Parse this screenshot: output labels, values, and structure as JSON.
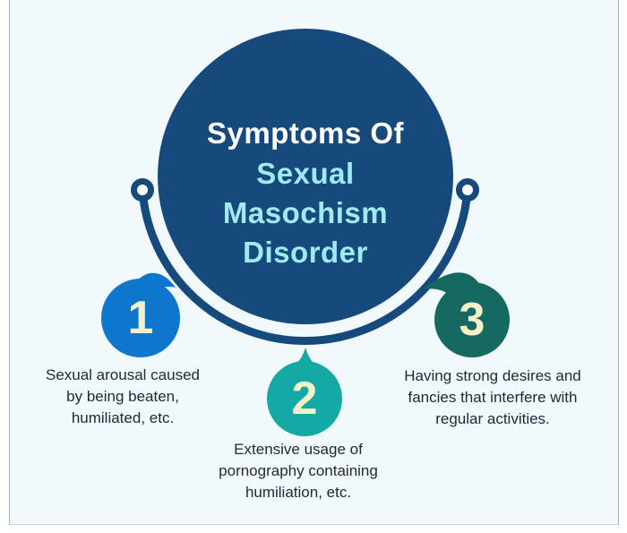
{
  "title": {
    "line1": "Symptoms Of",
    "subtitle_lines": [
      "Sexual",
      "Masochism",
      "Disorder"
    ]
  },
  "items": [
    {
      "number": "1",
      "bubble_color": "#0e76cc",
      "lines": [
        "Sexual arousal caused",
        "by being beaten,",
        "humiliated, etc."
      ]
    },
    {
      "number": "2",
      "bubble_color": "#14a9a5",
      "lines": [
        "Extensive usage of",
        "pornography containing",
        "humiliation, etc."
      ]
    },
    {
      "number": "3",
      "bubble_color": "#16695f",
      "lines": [
        "Having strong desires and",
        "fancies that interfere with",
        "regular activities."
      ]
    }
  ],
  "colors": {
    "page_margin": "#ffffff",
    "canvas_background": "#f2f9fc",
    "canvas_border": "#aab3b8",
    "main_circle": "#164a7c",
    "title_text": "#ffffff",
    "subtitle_text": "#9feaf3",
    "connector_arc": "#164a7c",
    "number_text": "#f4f1c9",
    "body_text": "#1e2935"
  }
}
